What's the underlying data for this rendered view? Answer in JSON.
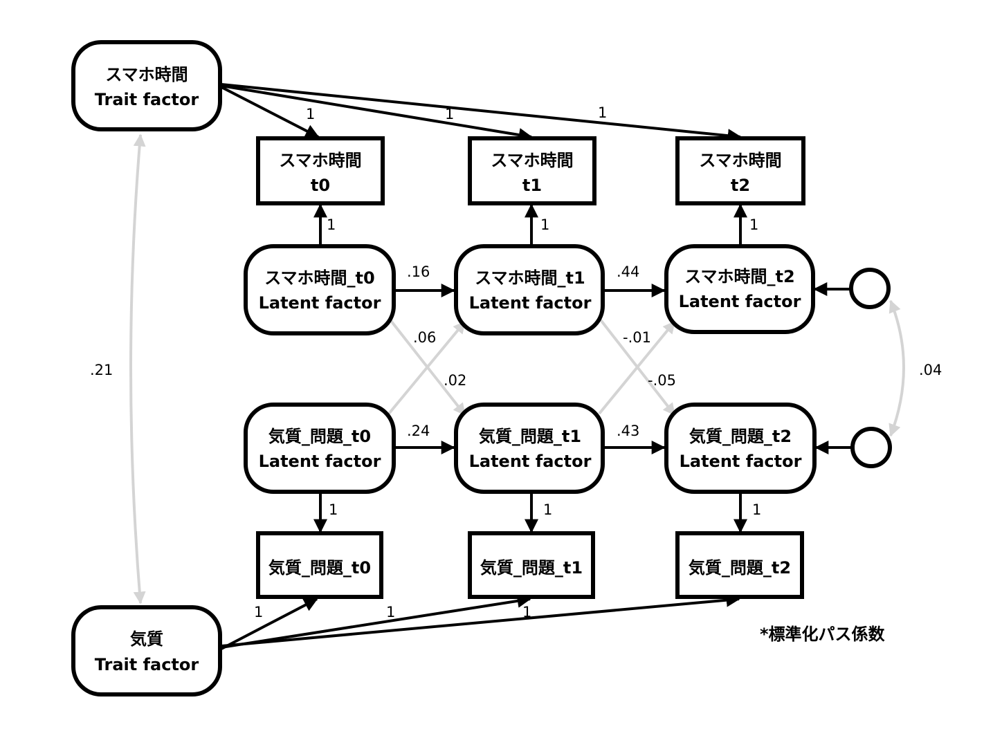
{
  "colors": {
    "primary": "#000000",
    "cross_lag": "#d4d4d4",
    "background": "#ffffff"
  },
  "nodes": {
    "trait_phone": {
      "line1": "スマホ時間",
      "line2": "Trait factor"
    },
    "trait_temp": {
      "line1": "気質",
      "line2": "Trait factor"
    },
    "obs_phone": [
      {
        "line1": "スマホ時間",
        "line2": "t0"
      },
      {
        "line1": "スマホ時間",
        "line2": "t1"
      },
      {
        "line1": "スマホ時間",
        "line2": "t2"
      }
    ],
    "latent_phone": [
      {
        "line1": "スマホ時間_t0",
        "line2": "Latent factor"
      },
      {
        "line1": "スマホ時間_t1",
        "line2": "Latent factor"
      },
      {
        "line1": "スマホ時間_t2",
        "line2": "Latent factor"
      }
    ],
    "latent_temp": [
      {
        "line1": "気質_問題_t0",
        "line2": "Latent factor"
      },
      {
        "line1": "気質_問題_t1",
        "line2": "Latent factor"
      },
      {
        "line1": "気質_問題_t2",
        "line2": "Latent factor"
      }
    ],
    "obs_temp": [
      {
        "line1": "気質_問題_t0"
      },
      {
        "line1": "気質_問題_t1"
      },
      {
        "line1": "気質_問題_t2"
      }
    ]
  },
  "paths": {
    "trait_phone_loadings": [
      "1",
      "1",
      "1"
    ],
    "trait_temp_loadings": [
      "1",
      "1",
      "1"
    ],
    "phone_indicator_loadings": [
      "1",
      "1",
      "1"
    ],
    "temp_indicator_loadings": [
      "1",
      "1",
      "1"
    ],
    "phone_autoregressive": [
      ".16",
      ".44"
    ],
    "temp_autoregressive": [
      ".24",
      ".43"
    ],
    "temp_to_phone_crosslag": [
      ".06",
      "-.01"
    ],
    "phone_to_temp_crosslag": [
      ".02",
      "-.05"
    ],
    "trait_covariance": ".21",
    "residual_covariance": ".04"
  },
  "note": "*標準化パス係数"
}
